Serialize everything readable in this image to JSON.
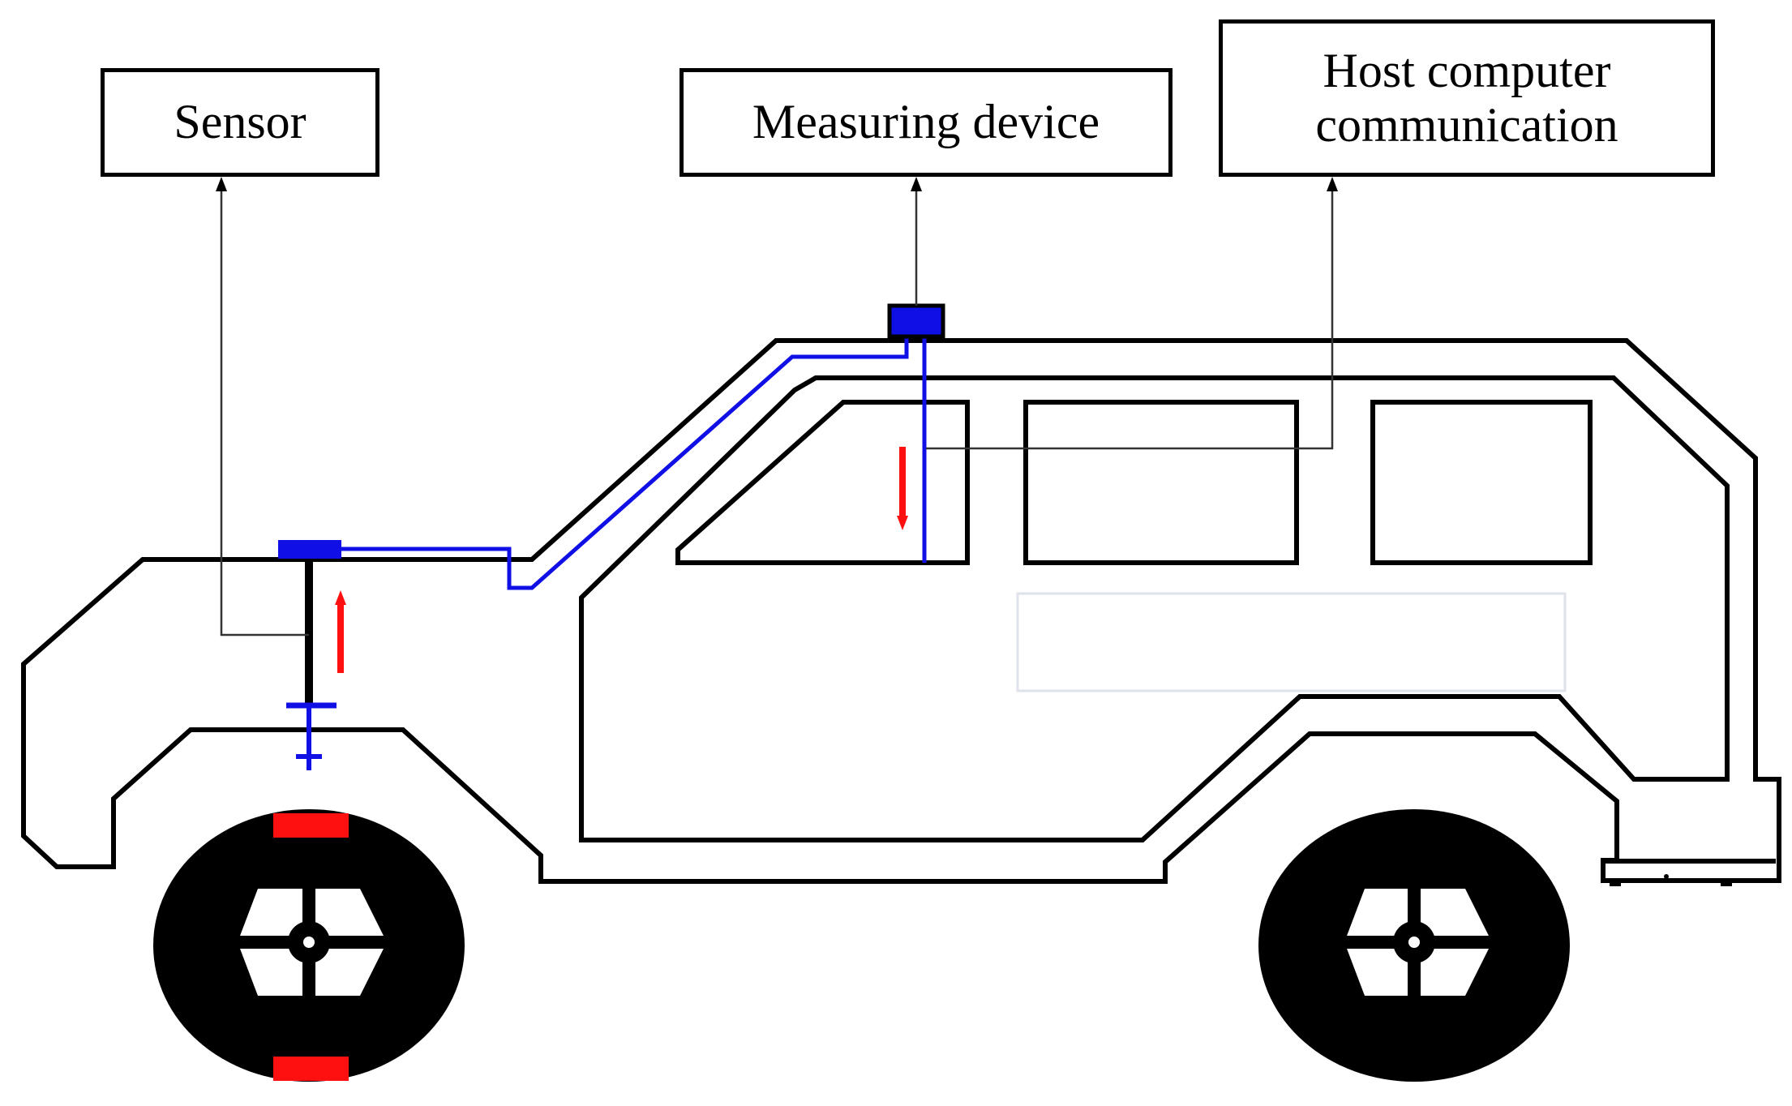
{
  "labels": {
    "sensor": "Sensor",
    "measuring_device": "Measuring device",
    "host_line1": "Host computer",
    "host_line2": "communication"
  },
  "colors": {
    "outline": "#000000",
    "wiring": "#1010e6",
    "arrow": "#ff1010",
    "wheel": "#000000",
    "wheel_marker": "#ff1010",
    "leader": "#333333"
  },
  "icons": {
    "front_wheel": "wheel-icon",
    "rear_wheel": "wheel-icon",
    "sensor_unit": "sensor-block",
    "measuring_unit": "device-block"
  }
}
